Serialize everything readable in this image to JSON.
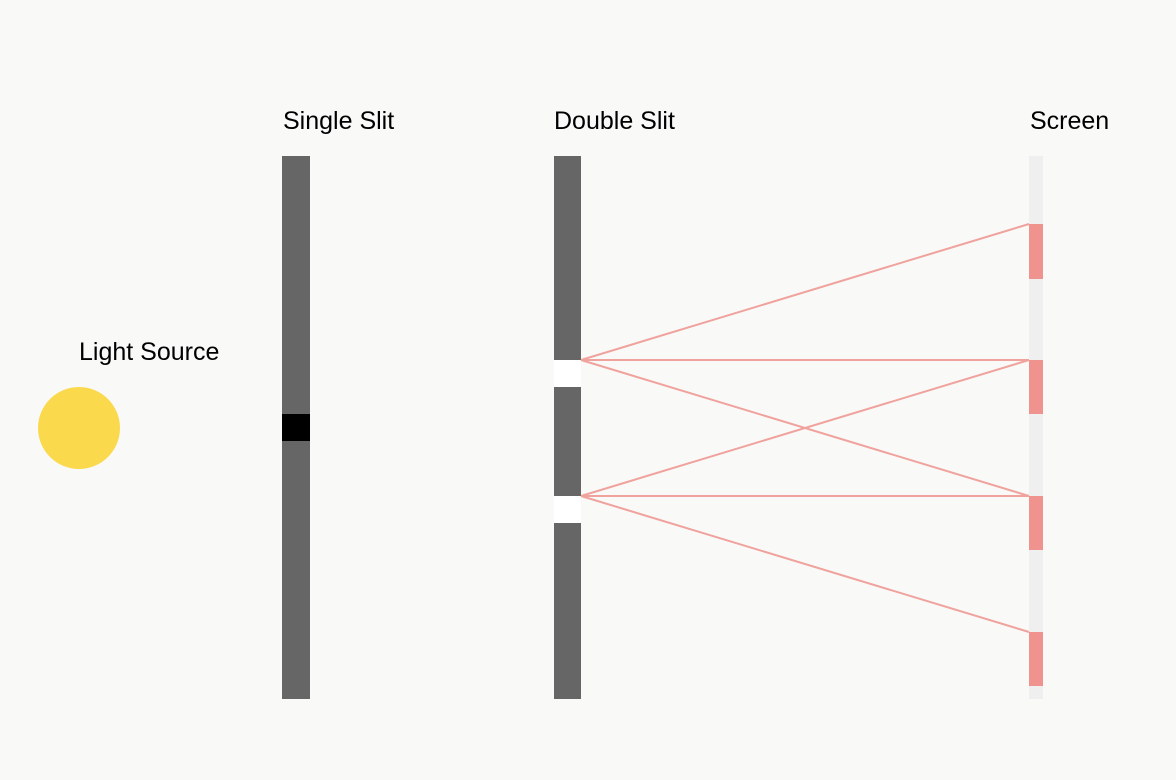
{
  "labels": {
    "light_source": "Light Source",
    "single_slit": "Single Slit",
    "double_slit": "Double Slit",
    "screen": "Screen"
  },
  "colors": {
    "background": "#f9f9f8",
    "light_source": "#fbd94d",
    "barrier": "#666666",
    "single_slit_opening": "#000000",
    "double_slit_openings": "#ffffff",
    "screen": "#efefef",
    "fringes": "#f0938e",
    "rays": "#f0a29d"
  },
  "diagram": {
    "double_slit_openings": 2,
    "bright_fringes": 4,
    "rays": "each of the 2 double-slit openings connects to 3 bright fringes on the screen"
  }
}
